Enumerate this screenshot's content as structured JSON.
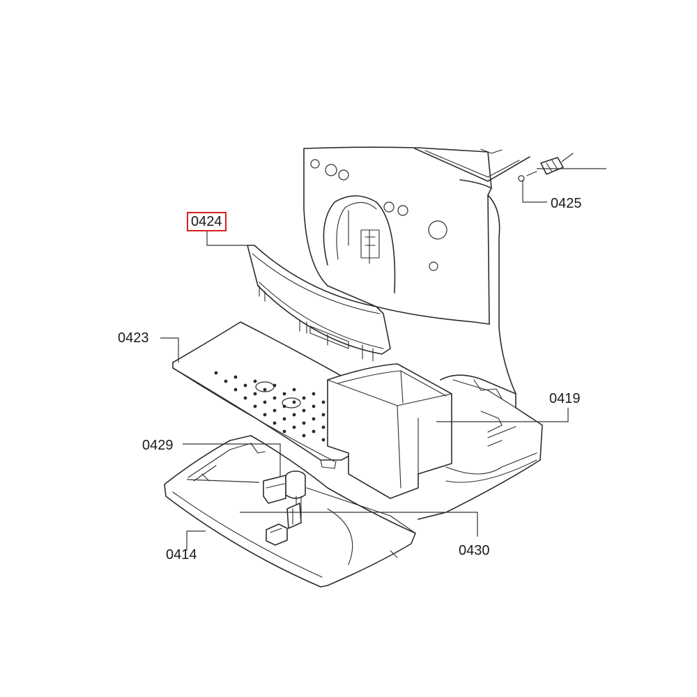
{
  "diagram": {
    "highlight_color": "#d62020",
    "highlighted_part": "0424",
    "parts": [
      {
        "id": "0425",
        "label": "0425"
      },
      {
        "id": "0424",
        "label": "0424"
      },
      {
        "id": "0423",
        "label": "0423"
      },
      {
        "id": "0419",
        "label": "0419"
      },
      {
        "id": "0429",
        "label": "0429"
      },
      {
        "id": "0414",
        "label": "0414"
      },
      {
        "id": "0430",
        "label": "0430"
      }
    ]
  }
}
